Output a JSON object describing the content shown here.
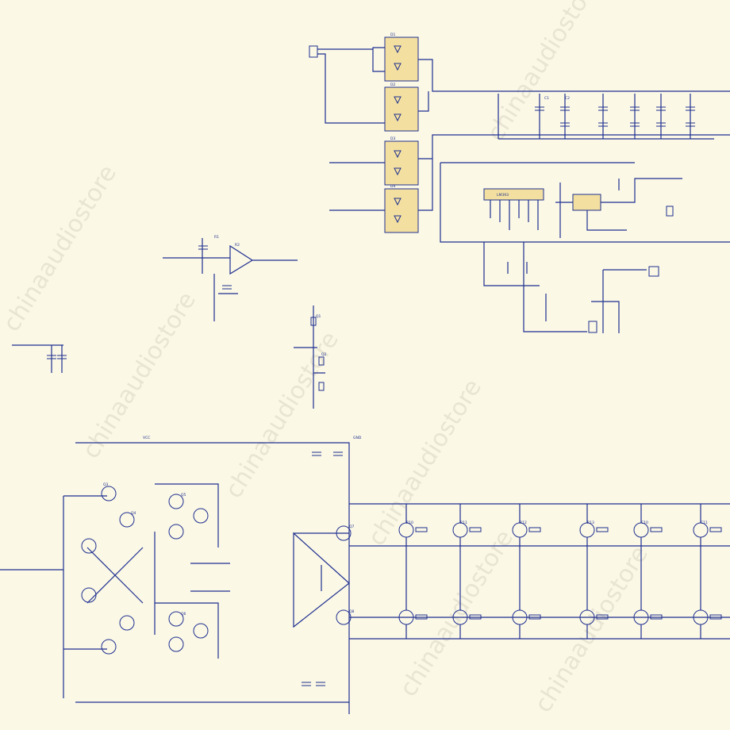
{
  "diagram": {
    "watermark_text": "chinaaudiostore",
    "chip_label": "LM393",
    "tiny_labels": [
      "D1",
      "D2",
      "D3",
      "D4",
      "C1",
      "C2",
      "R1",
      "R2",
      "Q1",
      "Q2",
      "Q3",
      "Q4",
      "Q5",
      "Q6",
      "Q7",
      "Q8",
      "R10",
      "R11",
      "R12",
      "R13",
      "C10",
      "C11",
      "VCC",
      "GND"
    ]
  },
  "colors": {
    "background": "#fbf8e6",
    "ink": "#1f2f8f",
    "bridge_fill": "#f3e0a0",
    "watermark": "#d9d6c4"
  }
}
